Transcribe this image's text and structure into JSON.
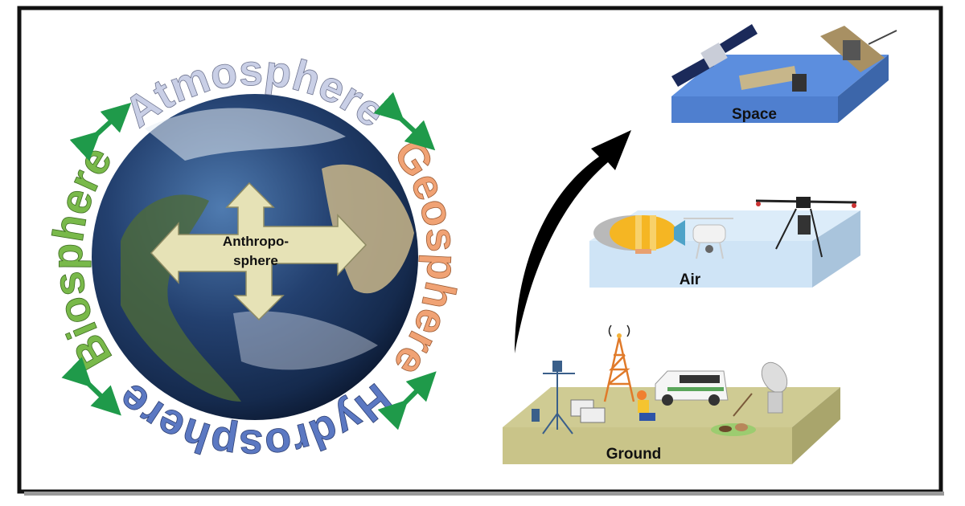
{
  "spheres": {
    "atmosphere": "Atmosphere",
    "geosphere": "Geosphere",
    "hydrosphere": "Hydrosphere",
    "biosphere": "Biosphere",
    "anthroposphere_line1": "Anthropo-",
    "anthroposphere_line2": "sphere"
  },
  "platforms": {
    "space": "Space",
    "air": "Air",
    "ground": "Ground"
  },
  "colors": {
    "atmosphere": "#c9cfe6",
    "geosphere": "#f0a274",
    "hydrosphere": "#5b78c2",
    "biosphere": "#79b94a",
    "arrow_green": "#1f9a4a",
    "space_slab": "#4f7fcf",
    "air_slab": "#cfe4f6",
    "ground_slab": "#c9c489"
  }
}
